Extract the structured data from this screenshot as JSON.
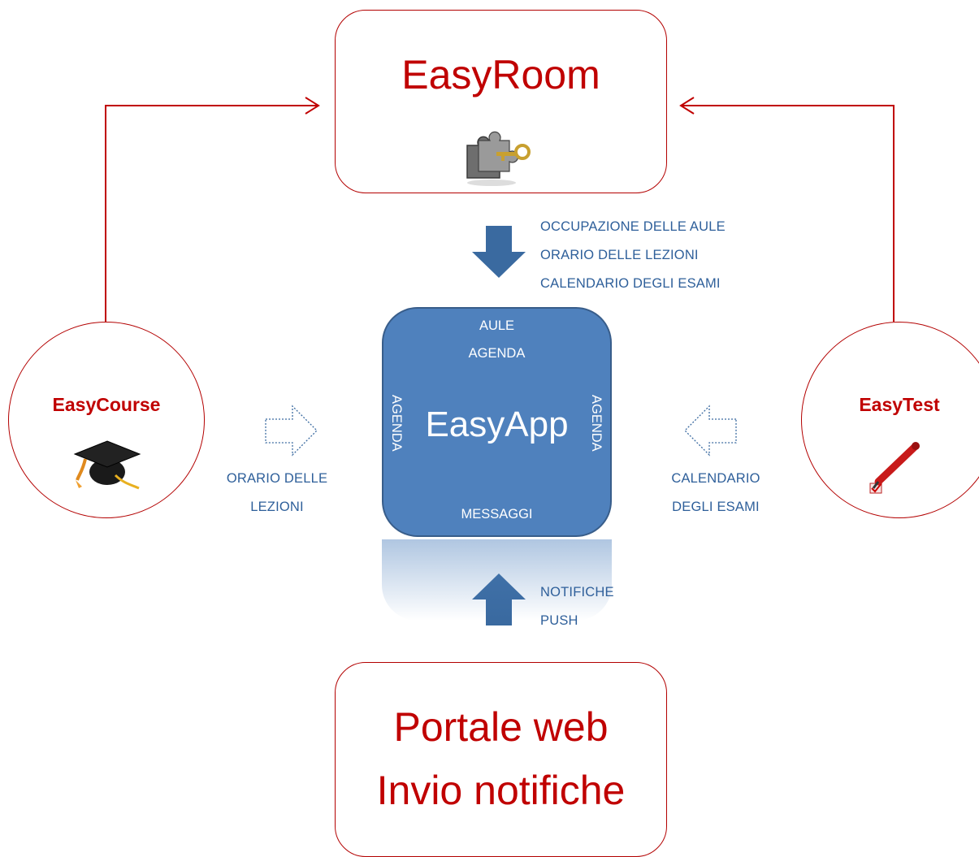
{
  "top_box": {
    "title": "EasyRoom",
    "icon": "puzzle-key-icon"
  },
  "bottom_box": {
    "line1": "Portale web",
    "line2": "Invio notifiche"
  },
  "left_circle": {
    "title": "EasyCourse",
    "icon": "graduation-cap-icon"
  },
  "right_circle": {
    "title": "EasyTest",
    "icon": "pencil-check-icon"
  },
  "center": {
    "title": "EasyApp",
    "top_line1": "AULE",
    "top_line2": "AGENDA",
    "left": "AGENDA",
    "right": "AGENDA",
    "bottom": "MESSAGGI"
  },
  "labels": {
    "top_right": [
      "OCCUPAZIONE DELLE AULE",
      "ORARIO DELLE LEZIONI",
      "CALENDARIO DEGLI ESAMI"
    ],
    "left": [
      "ORARIO DELLE",
      "LEZIONI"
    ],
    "right": [
      "CALENDARIO",
      "DEGLI ESAMI"
    ],
    "bottom": [
      "NOTIFICHE",
      "PUSH"
    ]
  },
  "colors": {
    "accent_red": "#c00000",
    "border_red": "#b30000",
    "app_blue": "#4f81bd",
    "arrow_blue": "#3a6aa0",
    "label_blue": "#2e5f9a"
  }
}
